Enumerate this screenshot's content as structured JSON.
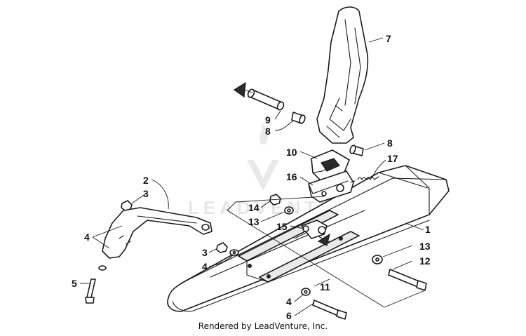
{
  "diagram": {
    "credit": "Rendered by LeadVenture, Inc.",
    "watermark_text": "LEADVENTURE",
    "callouts": {
      "c1": "1",
      "c2": "2",
      "c3a": "3",
      "c3b": "3",
      "c4a": "4",
      "c4b": "4",
      "c4c": "4",
      "c5": "5",
      "c6": "6",
      "c7": "7",
      "c8a": "8",
      "c8b": "8",
      "c9": "9",
      "c10": "10",
      "c11": "11",
      "c12": "12",
      "c13a": "13",
      "c13b": "13",
      "c14": "14",
      "c15": "15",
      "c16": "16",
      "c17": "17"
    }
  }
}
